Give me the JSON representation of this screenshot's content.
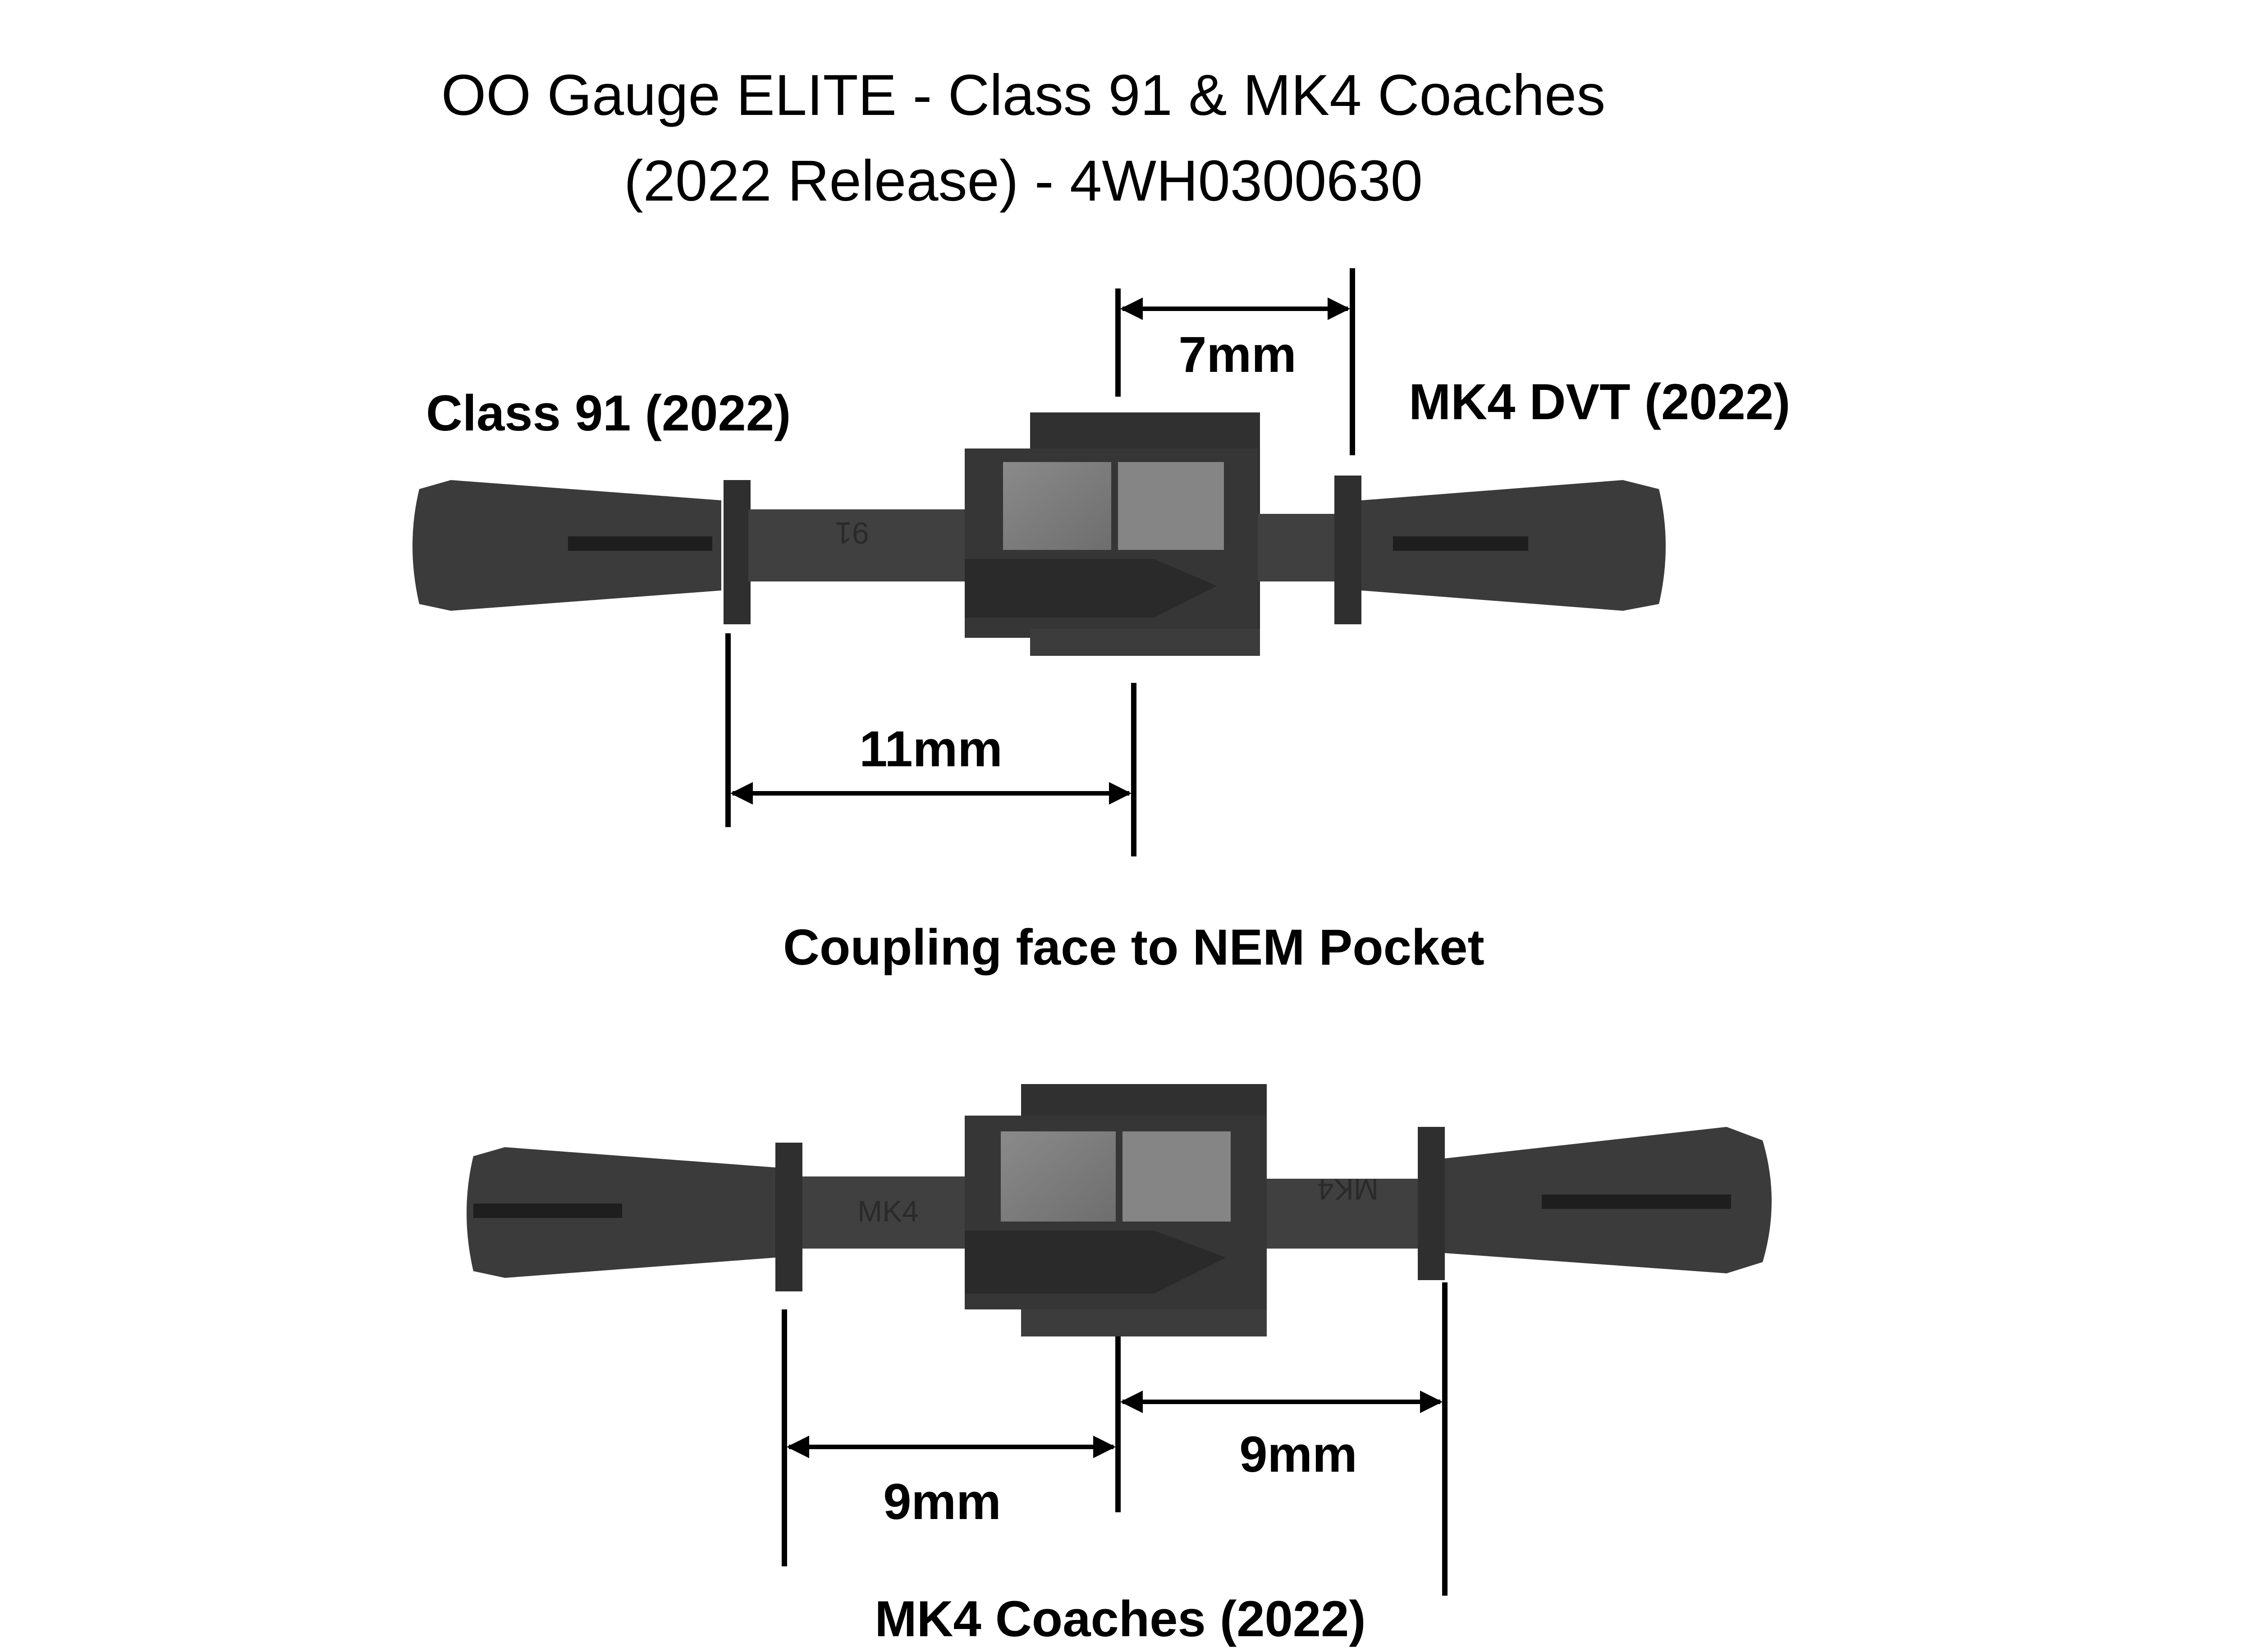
{
  "title": {
    "line1": "OO Gauge ELITE - Class 91 & MK4 Coaches",
    "line2": "(2022 Release) - 4WH0300630"
  },
  "top_coupling": {
    "left_label": "Class 91 (2022)",
    "right_label": "MK4 DVT (2022)",
    "marking_left": "91",
    "dim_right": "7mm",
    "dim_left": "11mm"
  },
  "caption": "Coupling face to NEM Pocket",
  "bottom_coupling": {
    "marking_left": "MK4",
    "marking_right": "MK4",
    "dim_left": "9mm",
    "dim_right": "9mm",
    "label": "MK4 Coaches (2022)"
  },
  "colors": {
    "plastic": "#3a3a3a",
    "plastic_dark": "#262626",
    "plastic_light": "#555555",
    "pad": "#7e7e7e",
    "ink": "#000000"
  }
}
